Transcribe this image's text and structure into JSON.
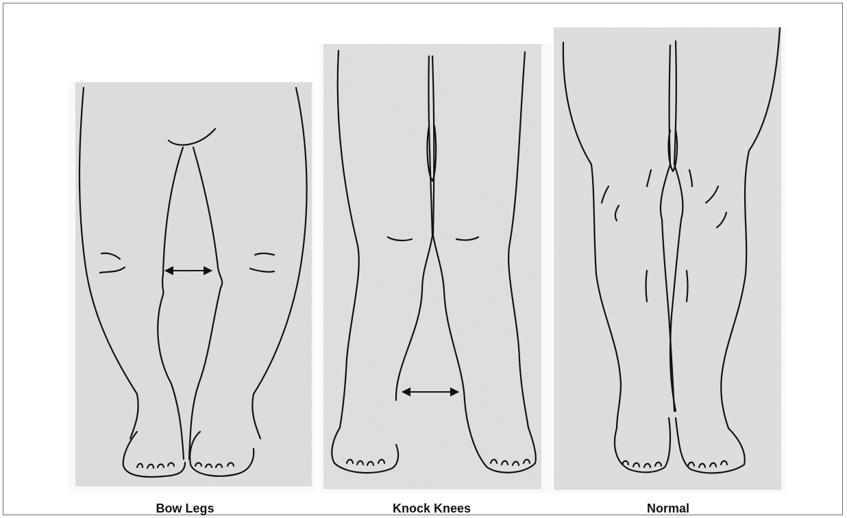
{
  "captions": {
    "bow_legs": "Bow Legs",
    "knock_knees": "Knock Knees",
    "normal": "Normal"
  },
  "colors": {
    "line": "#111111",
    "shade": "#d6d6d6",
    "border": "#6b6b6b"
  }
}
